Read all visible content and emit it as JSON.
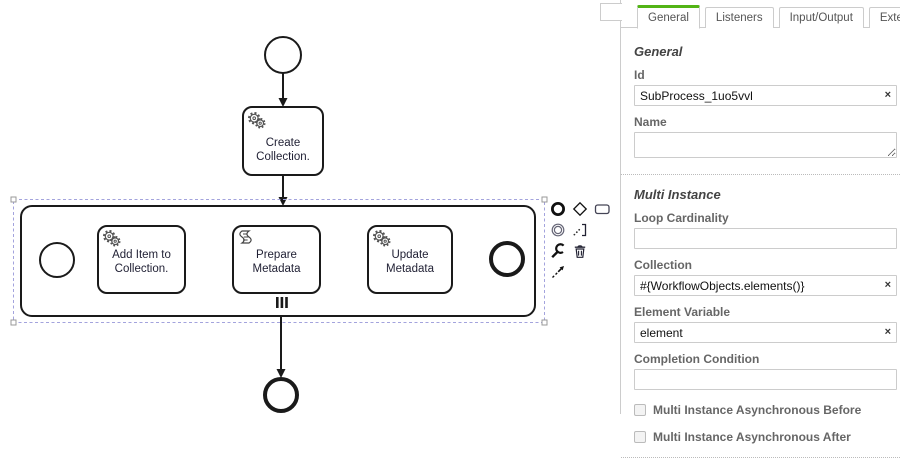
{
  "diagram": {
    "task_create_line1": "Create",
    "task_create_line2": "Collection.",
    "task_add_line1": "Add Item to",
    "task_add_line2": "Collection.",
    "task_prepare_line1": "Prepare",
    "task_prepare_line2": "Metadata",
    "task_update_line1": "Update",
    "task_update_line2": "Metadata",
    "context_pad_icons": [
      "append-end-event",
      "append-gateway",
      "append-task",
      "append-intermediate-event",
      "append-text-annotation",
      "change-type-wrench",
      "delete-trash",
      "connect-tool"
    ]
  },
  "panel": {
    "tabs": [
      "General",
      "Listeners",
      "Input/Output",
      "Extensions"
    ],
    "active_tab": "General",
    "clear_glyph": "×",
    "general": {
      "heading": "General",
      "id_label": "Id",
      "id_value": "SubProcess_1uo5vvl",
      "name_label": "Name",
      "name_value": ""
    },
    "multi_instance": {
      "heading": "Multi Instance",
      "loop_label": "Loop Cardinality",
      "loop_value": "",
      "collection_label": "Collection",
      "collection_value": "#{WorkflowObjects.elements()}",
      "element_var_label": "Element Variable",
      "element_var_value": "element",
      "completion_label": "Completion Condition",
      "completion_value": "",
      "async_before_label": "Multi Instance Asynchronous Before",
      "async_after_label": "Multi Instance Asynchronous After",
      "async_before_checked": false,
      "async_after_checked": false
    }
  },
  "colors": {
    "accent_green": "#52b415",
    "selection_stroke": "#a3a3dd",
    "shape_stroke": "#1a1a1a"
  }
}
